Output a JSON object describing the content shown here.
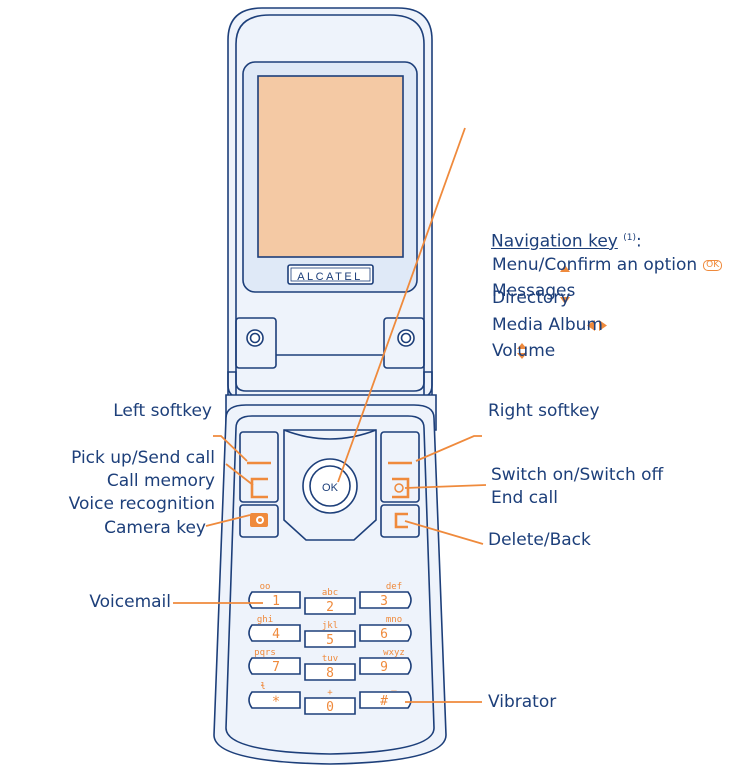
{
  "brand": "ALCATEL",
  "colors": {
    "outline": "#1d3f7a",
    "accent": "#ef8a3c",
    "screen": "#f4c9a4",
    "body": "#dfe9f7"
  },
  "labels": {
    "navigation_title": "Navigation key",
    "navigation_note": "(1)",
    "navigation_colon": ":",
    "menu_confirm": "Menu/Confirm an option",
    "messages": "Messages",
    "directory": "Directory",
    "media_album": "Media Album",
    "volume": "Volume",
    "left_softkey": "Left softkey",
    "right_softkey": "Right softkey",
    "pick_up": "Pick up/Send call",
    "call_memory": "Call memory",
    "voice_recognition": "Voice recognition",
    "switch_on_off": "Switch on/Switch off",
    "end_call": "End call",
    "camera_key": "Camera key",
    "delete_back": "Delete/Back",
    "voicemail": "Voicemail",
    "vibrator": "Vibrator"
  },
  "keys": {
    "ok": "OK",
    "k1": "1",
    "k1_sub": "oo",
    "k2": "2",
    "k2_sub": "abc",
    "k3": "3",
    "k3_sub": "def",
    "k4": "4",
    "k4_sub": "ghi",
    "k5": "5",
    "k5_sub": "jkl",
    "k6": "6",
    "k6_sub": "mno",
    "k7": "7",
    "k7_sub": "pqrs",
    "k8": "8",
    "k8_sub": "tuv",
    "k9": "9",
    "k9_sub": "wxyz",
    "kstar": "*",
    "kstar_sub": "ɬ",
    "k0": "0",
    "k0_sub": "+",
    "khash": "#",
    "khash_sub": "_"
  }
}
